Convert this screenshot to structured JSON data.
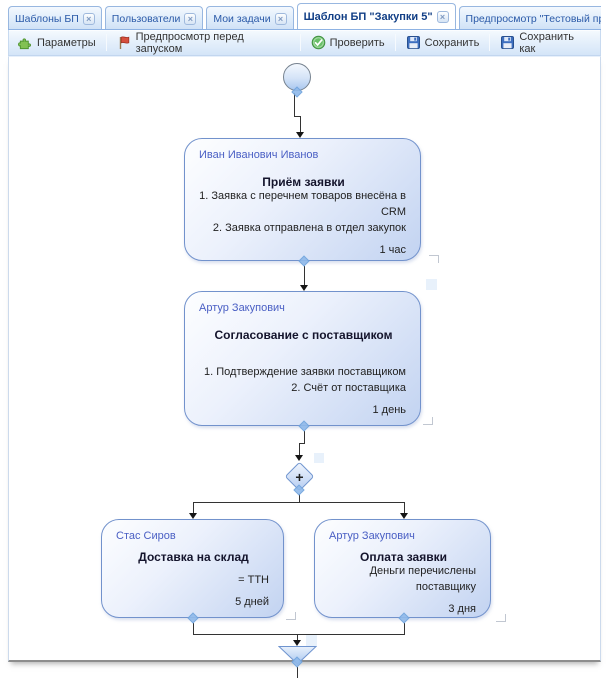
{
  "tabs": [
    {
      "label": "Шаблоны БП",
      "active": false
    },
    {
      "label": "Пользователи",
      "active": false
    },
    {
      "label": "Мои задачи",
      "active": false
    },
    {
      "label": "Шаблон БП \"Закупки 5\"",
      "active": true
    },
    {
      "label": "Предпросмотр \"Тестовый процесс \"Закупки\"\"",
      "active": false
    }
  ],
  "toolbar": {
    "params_label": "Параметры",
    "preview_label": "Предпросмотр перед запуском",
    "check_label": "Проверить",
    "save_label": "Сохранить",
    "save_as_label": "Сохранить как"
  },
  "icons": {
    "close_glyph": "×",
    "params": "puzzle-icon",
    "preview": "red-flag-icon",
    "check": "green-check-circle-icon",
    "save": "floppy-disk-icon",
    "save_as": "floppy-disk-icon"
  },
  "diagram": {
    "start_node": "start-circle",
    "end_node": "end-triangle",
    "gateway_symbol": "+",
    "tasks": [
      {
        "assignee": "Иван Иванович Иванов",
        "title": "Приём заявки",
        "items": [
          "1. Заявка с перечнем товаров внесёна в CRM",
          "2. Заявка отправлена в отдел закупок"
        ],
        "duration": "1 час"
      },
      {
        "assignee": "Артур Закупович",
        "title": "Согласование с поставщиком",
        "items": [
          "1. Подтверждение заявки поставщиком",
          "2. Счёт от поставщика"
        ],
        "duration": "1 день"
      },
      {
        "assignee": "Стас Сиров",
        "title": "Доставка на склад",
        "items": [
          "= ТТН"
        ],
        "duration": "5 дней"
      },
      {
        "assignee": "Артур Закупович",
        "title": "Оплата заявки",
        "items": [
          "Деньги перечислены поставщику"
        ],
        "duration": "3 дня"
      }
    ]
  },
  "colors": {
    "tab_text": "#2b5aa8",
    "tab_border": "#98b7e0",
    "node_border": "#7292cc",
    "node_fill_light": "#fdfeff",
    "node_fill_dark": "#c2d3f1",
    "assignee_text": "#4a5fc4",
    "connector": "#333333",
    "connection_point": "#8fb9ea"
  }
}
